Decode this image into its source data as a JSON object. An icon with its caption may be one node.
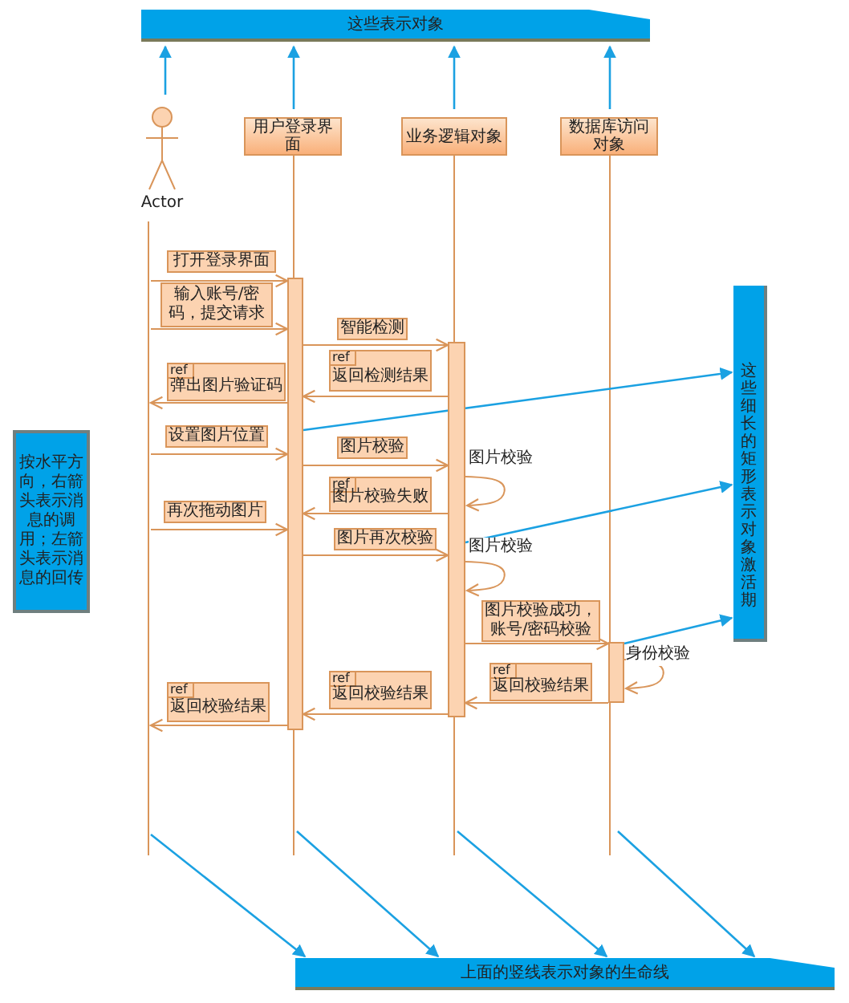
{
  "diagram": {
    "nodes": [
      {
        "text": [
          "这些表示对象"
        ]
      },
      {
        "text": [
          "Actor"
        ]
      },
      {
        "text": [
          "用户登录界面"
        ]
      },
      {
        "text": [
          "业务逻辑对象"
        ]
      },
      {
        "text": [
          "数据库访问对象"
        ]
      },
      {
        "text": [],
        "shape": "bar"
      },
      {
        "text": [],
        "shape": "bar"
      },
      {
        "text": [],
        "shape": "bar"
      },
      {
        "text": [
          "这些细长的矩形表示对象激活期"
        ]
      },
      {
        "text": [
          "按水平方向，右箭头表示消息的调用；左箭头表示消息的回传"
        ]
      },
      {
        "text": [
          "上面的竖线表示对象的生命线"
        ]
      },
      {
        "text": [
          "ref",
          "返回检测结果"
        ]
      },
      {
        "text": [
          "ref",
          "弹出图片验证码"
        ]
      },
      {
        "text": [
          "ref",
          "图片校验失败"
        ]
      },
      {
        "text": [
          "ref",
          "返回校验结果"
        ]
      },
      {
        "text": [
          "ref",
          "返回校验结果"
        ]
      },
      {
        "text": [
          "ref",
          "返回校验结果"
        ]
      },
      {
        "text": [],
        "shape": "line"
      },
      {
        "text": [
          "输入账号/密码，提交请求"
        ]
      },
      {
        "text": [
          "图片校验成功，账号/密码校验"
        ]
      }
    ],
    "edges": [
      {
        "from": 1,
        "to": 0,
        "arrow": "to",
        "color": "#1ba1e2"
      },
      {
        "from": 2,
        "to": 0,
        "arrow": "to",
        "color": "#1ba1e2"
      },
      {
        "from": 3,
        "to": 0,
        "arrow": "to",
        "color": "#1ba1e2"
      },
      {
        "from": 4,
        "to": 0,
        "arrow": "to",
        "color": "#1ba1e2"
      },
      {
        "from": 17,
        "to": 5,
        "arrow": "to",
        "label": "打开登录界面"
      },
      {
        "from": 17,
        "to": 5,
        "arrow": "to"
      },
      {
        "from": 5,
        "to": 6,
        "arrow": "to",
        "label": "智能检测"
      },
      {
        "from": 6,
        "to": 5,
        "arrow": "to"
      },
      {
        "from": 5,
        "to": 17,
        "arrow": "to"
      },
      {
        "from": 17,
        "to": 5,
        "arrow": "to",
        "label": "设置图片位置"
      },
      {
        "from": 5,
        "to": 6,
        "arrow": "to",
        "label": "图片校验"
      },
      {
        "from": 6,
        "to": 6,
        "arrow": "to",
        "label": "图片校验"
      },
      {
        "from": 6,
        "to": 5,
        "arrow": "to"
      },
      {
        "from": 17,
        "to": 5,
        "arrow": "to",
        "label": "再次拖动图片"
      },
      {
        "from": 5,
        "to": 6,
        "arrow": "to",
        "label": "图片再次校验"
      },
      {
        "from": 6,
        "to": 6,
        "arrow": "to",
        "label": "图片校验"
      },
      {
        "from": 6,
        "to": 7,
        "arrow": "to"
      },
      {
        "from": 7,
        "to": 7,
        "arrow": "to",
        "label": "身份校验"
      },
      {
        "from": 7,
        "to": 6,
        "arrow": "to"
      },
      {
        "from": 6,
        "to": 5,
        "arrow": "to"
      },
      {
        "from": 5,
        "to": 17,
        "arrow": "to"
      },
      {
        "from": 5,
        "to": 8,
        "arrow": "to",
        "color": "#1ba1e2"
      },
      {
        "from": 6,
        "to": 8,
        "arrow": "to",
        "color": "#1ba1e2"
      },
      {
        "from": 7,
        "to": 8,
        "arrow": "to",
        "color": "#1ba1e2"
      },
      {
        "from": 17,
        "to": 10,
        "arrow": "to",
        "color": "#1ba1e2"
      },
      {
        "from": null,
        "to": 10,
        "arrow": "to",
        "color": "#1ba1e2"
      },
      {
        "from": null,
        "to": 10,
        "arrow": "to",
        "color": "#1ba1e2"
      },
      {
        "from": null,
        "to": 10,
        "arrow": "to",
        "color": "#1ba1e2"
      }
    ]
  }
}
